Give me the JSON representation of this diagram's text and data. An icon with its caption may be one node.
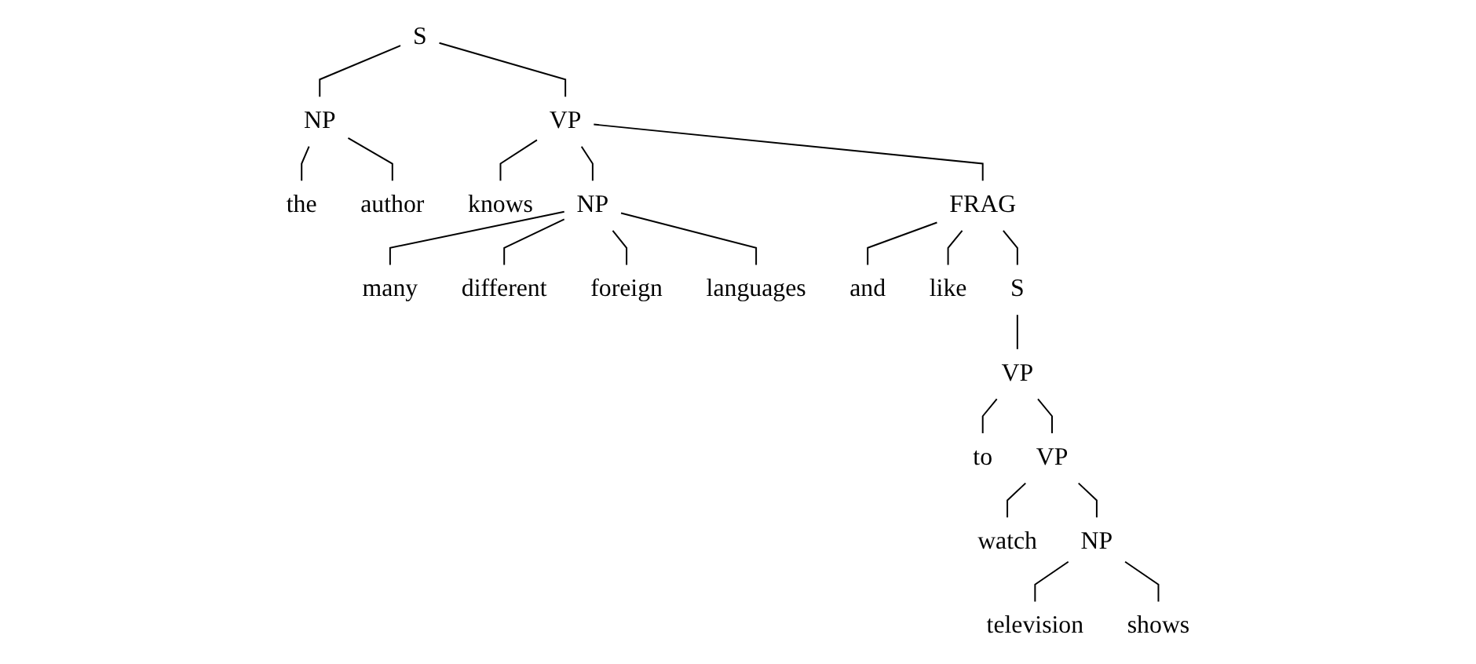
{
  "diagram": {
    "nodes": [
      {
        "text": [
          "S"
        ]
      },
      {
        "text": [
          "NP"
        ]
      },
      {
        "text": [
          "the"
        ]
      },
      {
        "text": [
          "author"
        ]
      },
      {
        "text": [
          "VP"
        ]
      },
      {
        "text": [
          "knows"
        ]
      },
      {
        "text": [
          "NP"
        ]
      },
      {
        "text": [
          "many"
        ]
      },
      {
        "text": [
          "different"
        ]
      },
      {
        "text": [
          "foreign"
        ]
      },
      {
        "text": [
          "languages"
        ]
      },
      {
        "text": [
          "FRAG"
        ]
      },
      {
        "text": [
          "and"
        ]
      },
      {
        "text": [
          "like"
        ]
      },
      {
        "text": [
          "S"
        ]
      },
      {
        "text": [
          "VP"
        ]
      },
      {
        "text": [
          "to"
        ]
      },
      {
        "text": [
          "VP"
        ]
      },
      {
        "text": [
          "watch"
        ]
      },
      {
        "text": [
          "NP"
        ]
      },
      {
        "text": [
          "television"
        ]
      },
      {
        "text": [
          "shows"
        ]
      }
    ],
    "edges": [
      {
        "from": 0,
        "to": 1,
        "arrow": "none"
      },
      {
        "from": 0,
        "to": 4,
        "arrow": "none"
      },
      {
        "from": 1,
        "to": 2,
        "arrow": "none"
      },
      {
        "from": 1,
        "to": 3,
        "arrow": "none"
      },
      {
        "from": 4,
        "to": 5,
        "arrow": "none"
      },
      {
        "from": 4,
        "to": 6,
        "arrow": "none"
      },
      {
        "from": 4,
        "to": 11,
        "arrow": "none"
      },
      {
        "from": 6,
        "to": 7,
        "arrow": "none"
      },
      {
        "from": 6,
        "to": 8,
        "arrow": "none"
      },
      {
        "from": 6,
        "to": 9,
        "arrow": "none"
      },
      {
        "from": 6,
        "to": 10,
        "arrow": "none"
      },
      {
        "from": 11,
        "to": 12,
        "arrow": "none"
      },
      {
        "from": 11,
        "to": 13,
        "arrow": "none"
      },
      {
        "from": 11,
        "to": 14,
        "arrow": "none"
      },
      {
        "from": 14,
        "to": 15,
        "arrow": "none"
      },
      {
        "from": 15,
        "to": 16,
        "arrow": "none"
      },
      {
        "from": 15,
        "to": 17,
        "arrow": "none"
      },
      {
        "from": 17,
        "to": 18,
        "arrow": "none"
      },
      {
        "from": 17,
        "to": 19,
        "arrow": "none"
      },
      {
        "from": 19,
        "to": 20,
        "arrow": "none"
      },
      {
        "from": 19,
        "to": 21,
        "arrow": "none"
      }
    ]
  }
}
